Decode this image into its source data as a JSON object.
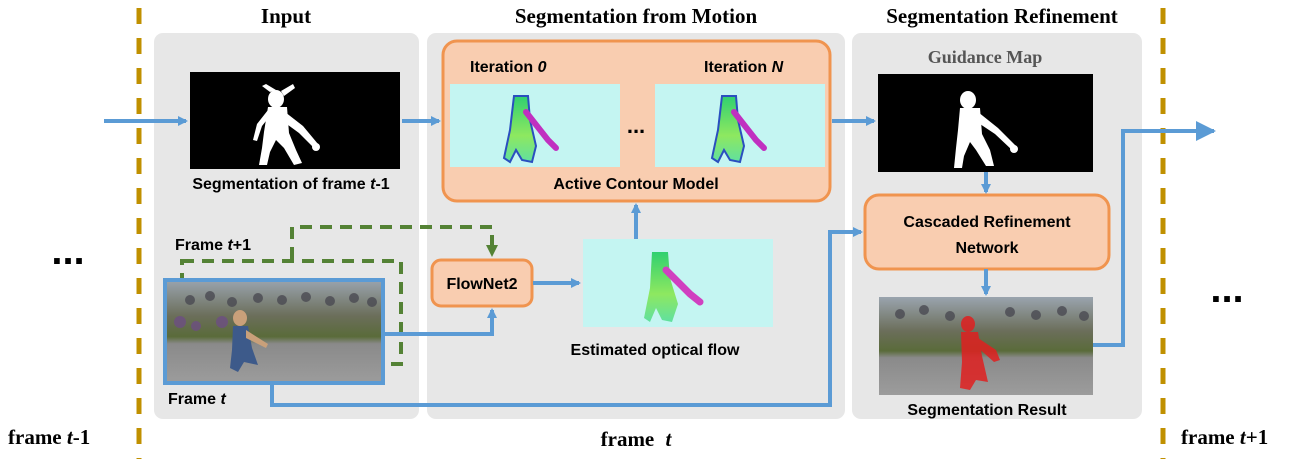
{
  "colors": {
    "panel_bg": "#e7e7e7",
    "orange_fill": "#f9cdb0",
    "orange_stroke": "#f0944f",
    "blue_arrow": "#5b9bd5",
    "green_dash": "#548235",
    "gold_dash": "#c09000",
    "frame_border": "#5b9bd5",
    "flow_bg": "#c4f5f2",
    "mask_bg": "#000000"
  },
  "sections": {
    "input": "Input",
    "motion": "Segmentation from Motion",
    "refine": "Segmentation Refinement"
  },
  "frames": {
    "prev_prefix": "frame ",
    "prev_var": "t",
    "prev_suffix": "-1",
    "curr_prefix": "frame ",
    "curr_var": "t",
    "next_prefix": "frame ",
    "next_var": "t",
    "next_suffix": "+1"
  },
  "input": {
    "seg_prefix": "Segmentation of frame ",
    "seg_var": "t",
    "seg_suffix": "-1",
    "next_frame_prefix": "Frame ",
    "next_frame_var": "t",
    "next_frame_suffix": "+1",
    "curr_frame_prefix": "Frame ",
    "curr_frame_var": "t"
  },
  "motion": {
    "iter0_prefix": "Iteration ",
    "iter0_var": "0",
    "iterN_prefix": "Iteration ",
    "iterN_var": "N",
    "dots": "...",
    "acm": "Active Contour Model",
    "flownet": "FlowNet2",
    "flow_caption": "Estimated optical flow"
  },
  "refine": {
    "guidance": "Guidance Map",
    "crn_line1": "Cascaded Refinement",
    "crn_line2": "Network",
    "result": "Segmentation Result"
  },
  "ellipsis": "..."
}
